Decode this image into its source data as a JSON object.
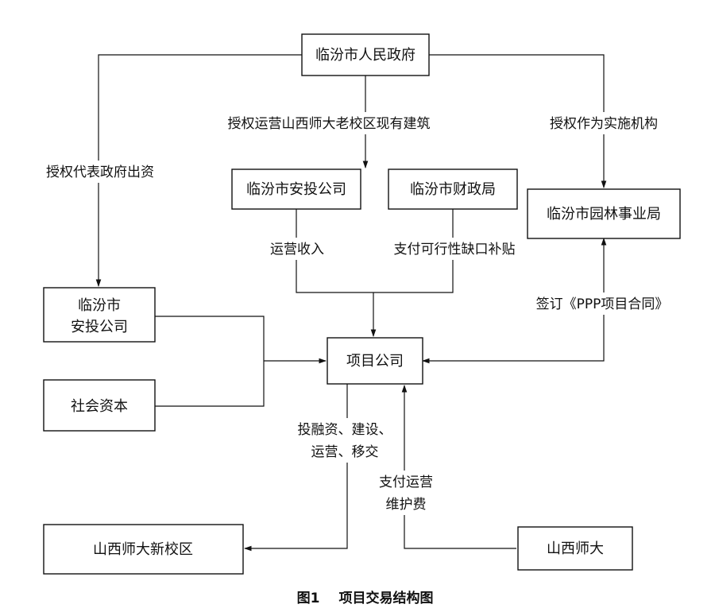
{
  "nodes": {
    "gov": "临汾市人民政府",
    "invest_top": "临汾市安投公司",
    "finance": "临汾市财政局",
    "garden": "临汾市园林事业局",
    "invest_left_l1": "临汾市",
    "invest_left_l2": "安投公司",
    "social": "社会资本",
    "project": "项目公司",
    "campus": "山西师大新校区",
    "university": "山西师大"
  },
  "edges": {
    "authorize_fund": "授权代表政府出资",
    "authorize_operate": "授权运营山西师大老校区现有建筑",
    "authorize_agency": "授权作为实施机构",
    "operating_income": "运营收入",
    "viability_subsidy": "支付可行性缺口补贴",
    "ppp_contract": "签订《PPP项目合同》",
    "invest_build_l1": "投融资、建设、",
    "invest_build_l2": "运营、移交",
    "pay_fee_l1": "支付运营",
    "pay_fee_l2": "维护费"
  },
  "caption": {
    "figure_number": "图1",
    "title": "项目交易结构图"
  }
}
